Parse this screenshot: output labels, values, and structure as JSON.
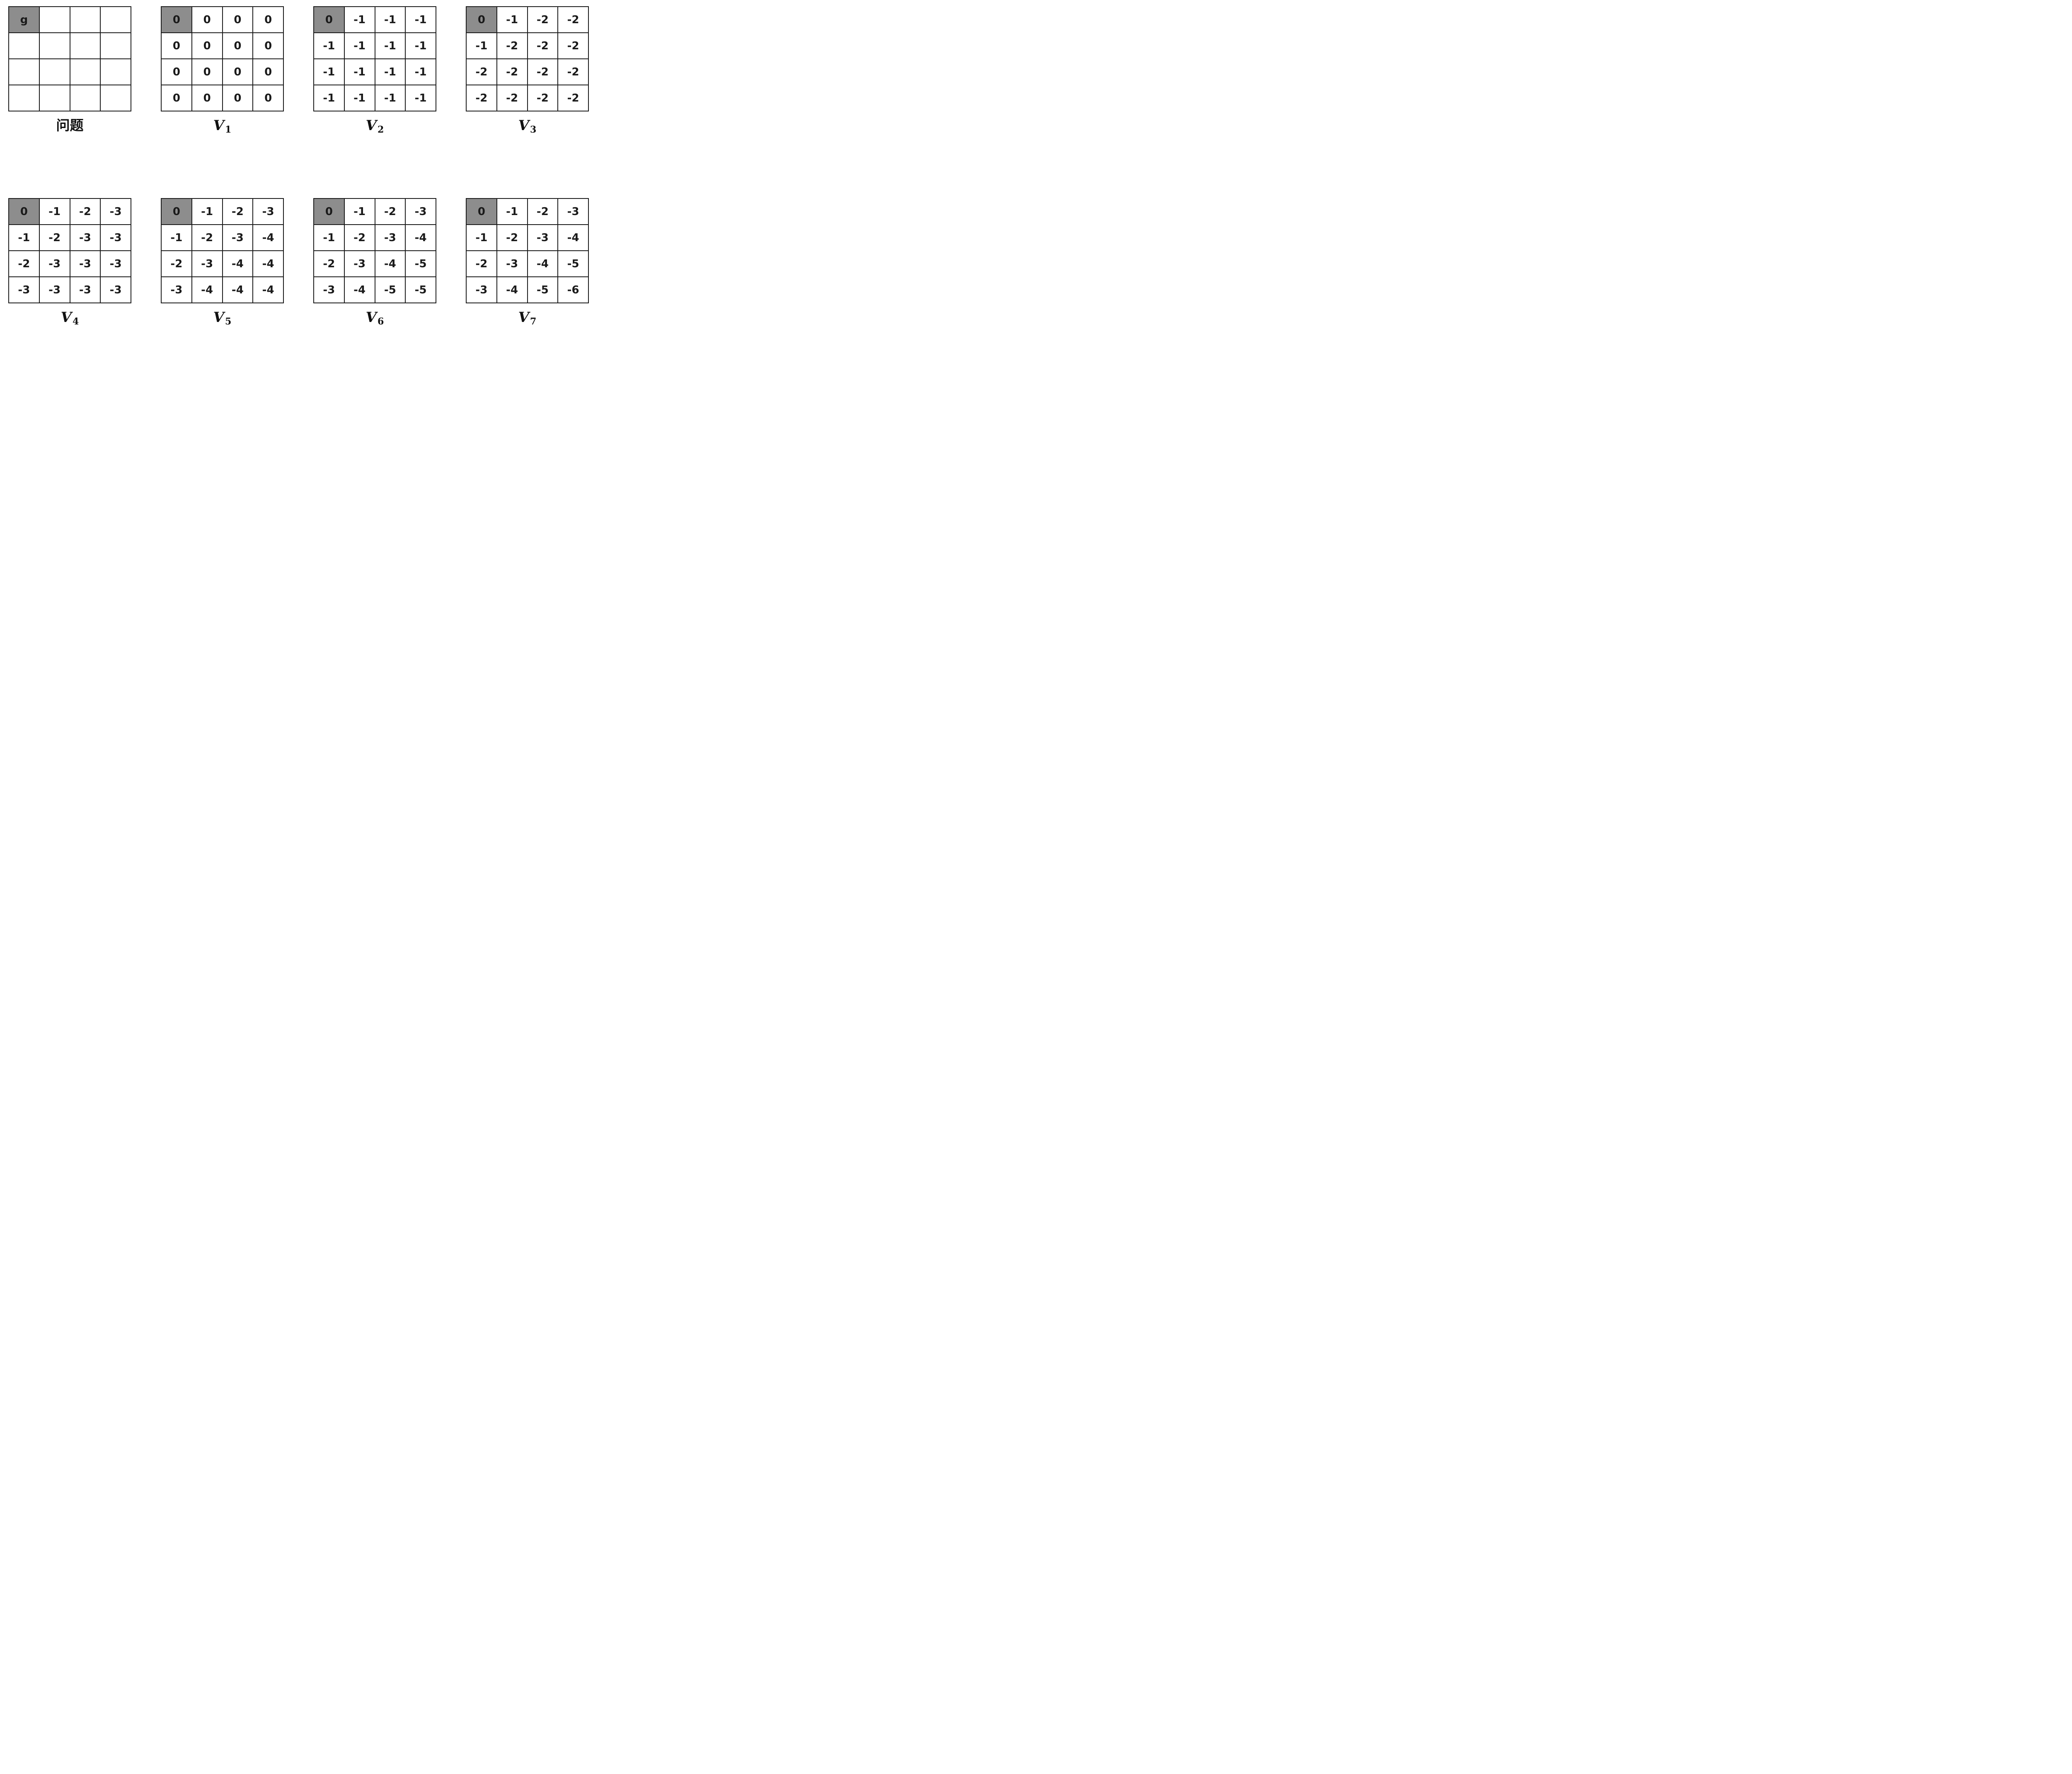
{
  "figure": {
    "type": "gridworld-value-iteration",
    "grid_rows": 4,
    "grid_cols": 4,
    "goal_cell": {
      "row": 0,
      "col": 0
    },
    "colors": {
      "goal_fill": "#8d8d8d",
      "line": "#191919",
      "text": "#1a1a1a",
      "background": "#ffffff"
    },
    "panels": [
      {
        "id": "problem",
        "label": "问题",
        "cells": [
          [
            "g",
            "",
            "",
            ""
          ],
          [
            "",
            "",
            "",
            ""
          ],
          [
            "",
            "",
            "",
            ""
          ],
          [
            "",
            "",
            "",
            ""
          ]
        ]
      },
      {
        "id": "v1",
        "label_base": "V",
        "label_sub": "1",
        "cells": [
          [
            "0",
            "0",
            "0",
            "0"
          ],
          [
            "0",
            "0",
            "0",
            "0"
          ],
          [
            "0",
            "0",
            "0",
            "0"
          ],
          [
            "0",
            "0",
            "0",
            "0"
          ]
        ]
      },
      {
        "id": "v2",
        "label_base": "V",
        "label_sub": "2",
        "cells": [
          [
            "0",
            "-1",
            "-1",
            "-1"
          ],
          [
            "-1",
            "-1",
            "-1",
            "-1"
          ],
          [
            "-1",
            "-1",
            "-1",
            "-1"
          ],
          [
            "-1",
            "-1",
            "-1",
            "-1"
          ]
        ]
      },
      {
        "id": "v3",
        "label_base": "V",
        "label_sub": "3",
        "cells": [
          [
            "0",
            "-1",
            "-2",
            "-2"
          ],
          [
            "-1",
            "-2",
            "-2",
            "-2"
          ],
          [
            "-2",
            "-2",
            "-2",
            "-2"
          ],
          [
            "-2",
            "-2",
            "-2",
            "-2"
          ]
        ]
      },
      {
        "id": "v4",
        "label_base": "V",
        "label_sub": "4",
        "cells": [
          [
            "0",
            "-1",
            "-2",
            "-3"
          ],
          [
            "-1",
            "-2",
            "-3",
            "-3"
          ],
          [
            "-2",
            "-3",
            "-3",
            "-3"
          ],
          [
            "-3",
            "-3",
            "-3",
            "-3"
          ]
        ]
      },
      {
        "id": "v5",
        "label_base": "V",
        "label_sub": "5",
        "cells": [
          [
            "0",
            "-1",
            "-2",
            "-3"
          ],
          [
            "-1",
            "-2",
            "-3",
            "-4"
          ],
          [
            "-2",
            "-3",
            "-4",
            "-4"
          ],
          [
            "-3",
            "-4",
            "-4",
            "-4"
          ]
        ]
      },
      {
        "id": "v6",
        "label_base": "V",
        "label_sub": "6",
        "cells": [
          [
            "0",
            "-1",
            "-2",
            "-3"
          ],
          [
            "-1",
            "-2",
            "-3",
            "-4"
          ],
          [
            "-2",
            "-3",
            "-4",
            "-5"
          ],
          [
            "-3",
            "-4",
            "-5",
            "-5"
          ]
        ]
      },
      {
        "id": "v7",
        "label_base": "V",
        "label_sub": "7",
        "cells": [
          [
            "0",
            "-1",
            "-2",
            "-3"
          ],
          [
            "-1",
            "-2",
            "-3",
            "-4"
          ],
          [
            "-2",
            "-3",
            "-4",
            "-5"
          ],
          [
            "-3",
            "-4",
            "-5",
            "-6"
          ]
        ]
      }
    ]
  }
}
